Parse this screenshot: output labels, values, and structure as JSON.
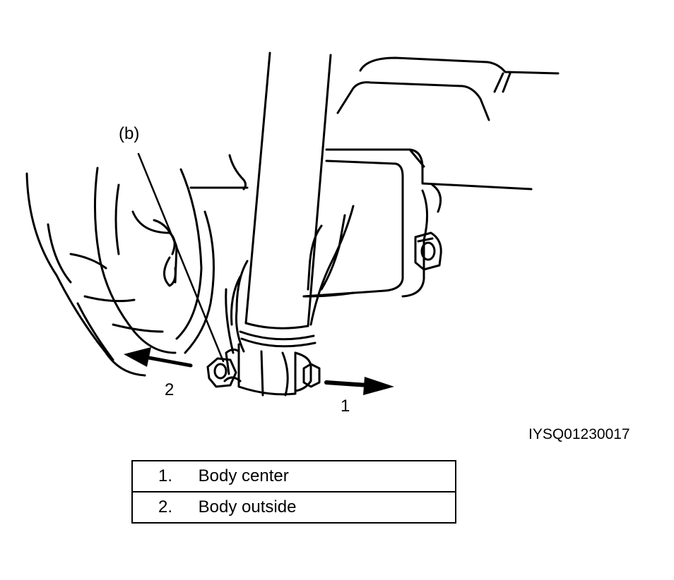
{
  "callouts": {
    "b": "(b)",
    "one": "1",
    "two": "2"
  },
  "figure_id": "IYSQ01230017",
  "legend": [
    {
      "num": "1.",
      "text": "Body center"
    },
    {
      "num": "2.",
      "text": "Body outside"
    }
  ]
}
